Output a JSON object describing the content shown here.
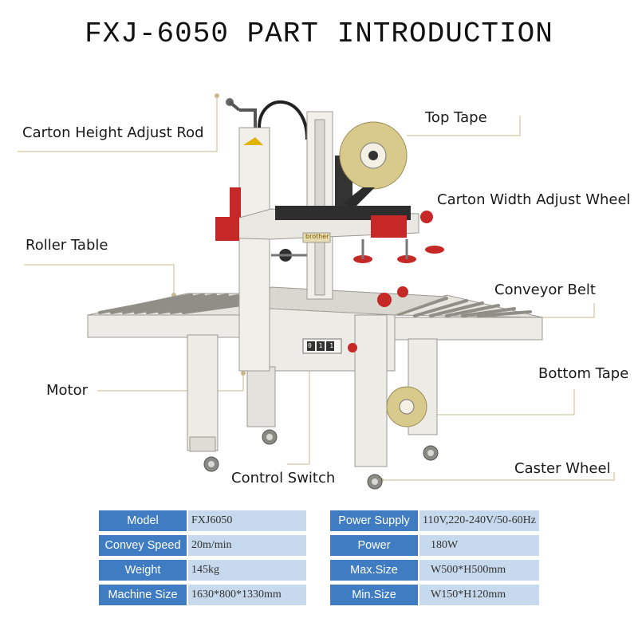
{
  "title": "FXJ-6050 PART INTRODUCTION",
  "callouts": {
    "carton_height_adjust_rod": "Carton Height Adjust Rod",
    "top_tape": "Top Tape",
    "carton_width_adjust_wheel": "Carton Width Adjust Wheel",
    "roller_table": "Roller Table",
    "conveyor_belt": "Conveyor Belt",
    "motor": "Motor",
    "bottom_tape": "Bottom Tape",
    "control_switch": "Control Switch",
    "caster_wheel": "Caster Wheel"
  },
  "machine": {
    "brand": "brother",
    "display": "0 1 1"
  },
  "specs": [
    {
      "label1": "Model",
      "value1": "FXJ6050",
      "label2": "Power Supply",
      "value2": "110V,220-240V/50-60Hz"
    },
    {
      "label1": "Convey Speed",
      "value1": "20m/min",
      "label2": "Power",
      "value2": "180W"
    },
    {
      "label1": "Weight",
      "value1": "145kg",
      "label2": "Max.Size",
      "value2": "W500*H500mm"
    },
    {
      "label1": "Machine Size",
      "value1": "1630*800*1330mm",
      "label2": "Min.Size",
      "value2": "W150*H120mm"
    }
  ],
  "colors": {
    "label_bg": "#3f7cc1",
    "value_bg": "#c7d9ec",
    "frame": "#ecebe5",
    "accent_red": "#c62828"
  }
}
